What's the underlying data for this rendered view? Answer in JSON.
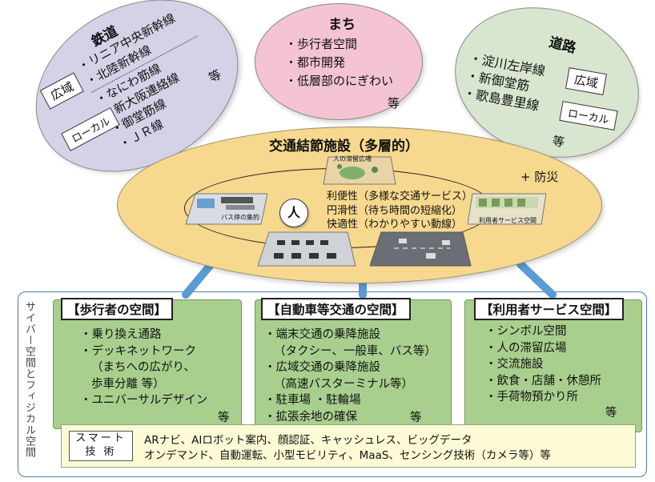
{
  "railway": {
    "title": "鉄道",
    "koiki": "広域",
    "local": "ローカル",
    "lines": [
      "・リニア中央新幹線",
      "・北陸新幹線",
      "・なにわ筋線",
      "・新大阪連絡線",
      "・御堂筋線",
      "・ＪＲ線"
    ],
    "etc": "等"
  },
  "machi": {
    "title": "まち",
    "items": [
      "・歩行者空間",
      "・都市開発",
      "・低層部のにぎわい"
    ],
    "etc": "等"
  },
  "road": {
    "title": "道路",
    "koiki": "広域",
    "local": "ローカル",
    "lines": [
      "・淀川左岸線",
      "・新御堂筋",
      "・歌島豊里線"
    ],
    "etc": "等"
  },
  "hub": {
    "title": "交通結節施設（多層的）",
    "bousai": "+ 防災",
    "center": "人",
    "benefits": [
      "利便性（多様な交通サービス）",
      "円滑性（待ち時間の短縮化）",
      "快適性（わかりやすい動線）"
    ],
    "photo_labels": {
      "plaza": "人の滞留広場",
      "bus": "バス停の集約",
      "service": "利用者サービス空間"
    }
  },
  "side_label": "サイバー空間とフィジカル空間",
  "panels": [
    {
      "title": "【歩行者の空間】",
      "items": [
        "・乗り換え通路",
        "・デッキネットワーク",
        "（まちへの広がり、",
        "歩車分離 等）",
        "・ユニバーサルデザイン"
      ],
      "etc": "等"
    },
    {
      "title": "【自動車等交通の空間】",
      "items": [
        "・端末交通の乗降施設",
        "（タクシー、一般車、バス等）",
        "・広域交通の乗降施設",
        "（高速バスターミナル等）",
        "・駐車場 ・駐輪場",
        "・拡張余地の確保"
      ],
      "etc": "等"
    },
    {
      "title": "【利用者サービス空間】",
      "items": [
        "・シンボル空間",
        "・人の滞留広場",
        "・交流施設",
        "・飲食・店舗・休憩所",
        "・手荷物預かり所"
      ],
      "etc": "等"
    }
  ],
  "smart": {
    "label_top": "スマート",
    "label_bottom": "技 術",
    "line1": "ARナビ、AIロボット案内、顔認証、キャッシュレス、ビッグデータ",
    "line2": "オンデマンド、自動運転、小型モビリティ、MaaS、センシング技術（カメラ等）等"
  },
  "colors": {
    "railway_oval": "#d3d2e6",
    "machi_oval": "#f4c4d3",
    "road_oval": "#d8e6cf",
    "hub_oval": "#f6d88e",
    "panel_green": "#a9cf8e",
    "connector_blue": "#5b9bd5",
    "smart_bar": "#fdfbd6"
  }
}
